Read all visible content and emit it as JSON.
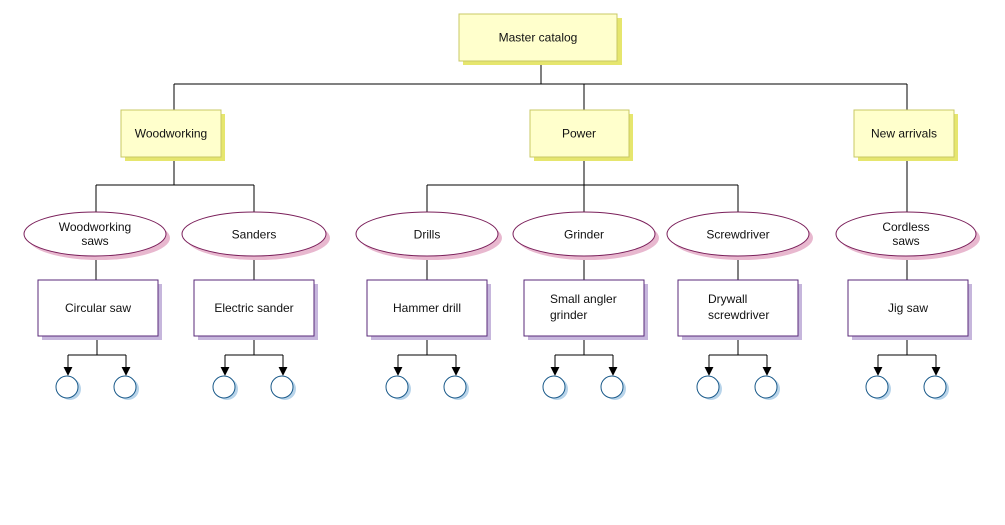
{
  "diagram": {
    "root": {
      "label": "Master catalog"
    },
    "categories": [
      {
        "label": "New arrivals",
        "subcategories": [
          {
            "label": "Cordless saws",
            "products": [
              {
                "label": "Jig saw"
              }
            ]
          }
        ]
      },
      {
        "label": "Power",
        "subcategories": [
          {
            "label": "Drills",
            "products": [
              {
                "label": "Hammer drill"
              }
            ]
          },
          {
            "label": "Grinder",
            "products": [
              {
                "label": "Small angler grinder"
              }
            ]
          },
          {
            "label": "Screwdriver",
            "products": [
              {
                "label": "Drywall screwdriver"
              }
            ]
          }
        ]
      },
      {
        "label": "Woodworking",
        "subcategories": [
          {
            "label": "Woodworking saws",
            "products": [
              {
                "label": "Circular saw"
              }
            ]
          },
          {
            "label": "Sanders",
            "products": [
              {
                "label": "Electric sander"
              }
            ]
          }
        ]
      }
    ],
    "colors": {
      "category_fill": "#ffffcc",
      "category_border": "#c8c864",
      "category_shadow": "#e6e66e",
      "subcategory_fill": "#ffffff",
      "subcategory_border": "#7a1f5a",
      "subcategory_shadow": "#e8b8cf",
      "product_fill": "#ffffff",
      "product_border": "#5a2a7a",
      "product_shadow": "#c6b6dc",
      "leaf_fill": "#ffffff",
      "leaf_border": "#1a5a8a",
      "leaf_shadow": "#b8d4ea",
      "edge": "#000000"
    },
    "icons": {
      "leaf": "circle-node-icon",
      "arrow": "arrowhead-icon"
    }
  }
}
